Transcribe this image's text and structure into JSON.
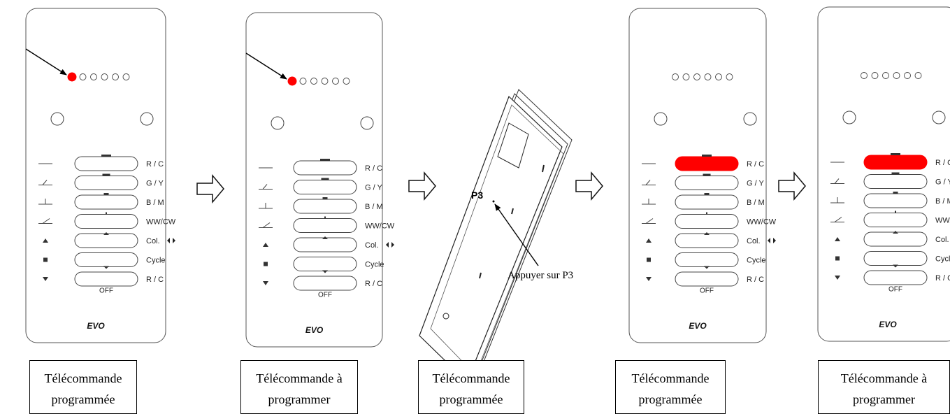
{
  "remote": {
    "buttons": [
      {
        "label": "R / C"
      },
      {
        "label": "G / Y"
      },
      {
        "label": "B / M"
      },
      {
        "label": "WW/CW"
      },
      {
        "label": "Col."
      },
      {
        "label": "Cycle"
      },
      {
        "label": "R / C"
      }
    ],
    "off_label": "OFF",
    "brand": "EVO",
    "led_color": "#ff0000",
    "highlight_color": "#ff0000"
  },
  "steps": [
    {
      "caption_line1": "Télécommande",
      "caption_line2": "programmée",
      "first_led_on": true,
      "top_button_highlight": false,
      "pointer_arrow": true
    },
    {
      "caption_line1": "Télécommande à",
      "caption_line2": "programmer",
      "first_led_on": true,
      "top_button_highlight": false,
      "pointer_arrow": true
    },
    {
      "caption_line1": "Télécommande",
      "caption_line2": "programmée",
      "device_label": "P3",
      "instruction": "Appuyer sur P3"
    },
    {
      "caption_line1": "Télécommande",
      "caption_line2": "programmée",
      "first_led_on": false,
      "top_button_highlight": true,
      "pointer_arrow": false
    },
    {
      "caption_line1": "Télécommande à",
      "caption_line2": "programmer",
      "first_led_on": false,
      "top_button_highlight": true,
      "pointer_arrow": false
    }
  ],
  "flow_arrow_icon": "hollow-right-arrow-icon"
}
